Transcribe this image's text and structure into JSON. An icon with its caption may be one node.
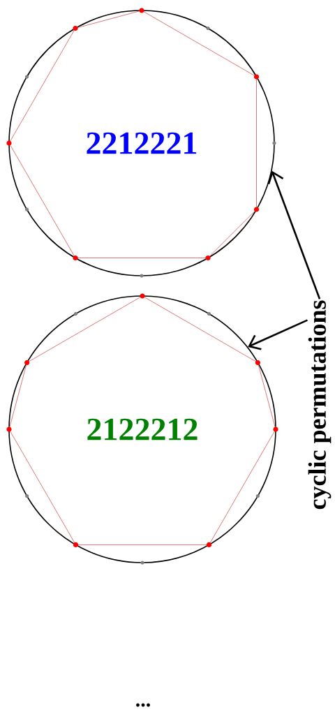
{
  "diagram": {
    "nodes": [
      {
        "text": [
          "2212221"
        ]
      },
      {
        "text": [
          "2122212"
        ]
      },
      {
        "text": [
          "cyclic permutations"
        ]
      }
    ],
    "edges": [
      {
        "from": 2,
        "to": 0,
        "arrow": "to"
      },
      {
        "from": 2,
        "to": 1,
        "arrow": "to"
      }
    ],
    "labels": [
      "..."
    ]
  }
}
